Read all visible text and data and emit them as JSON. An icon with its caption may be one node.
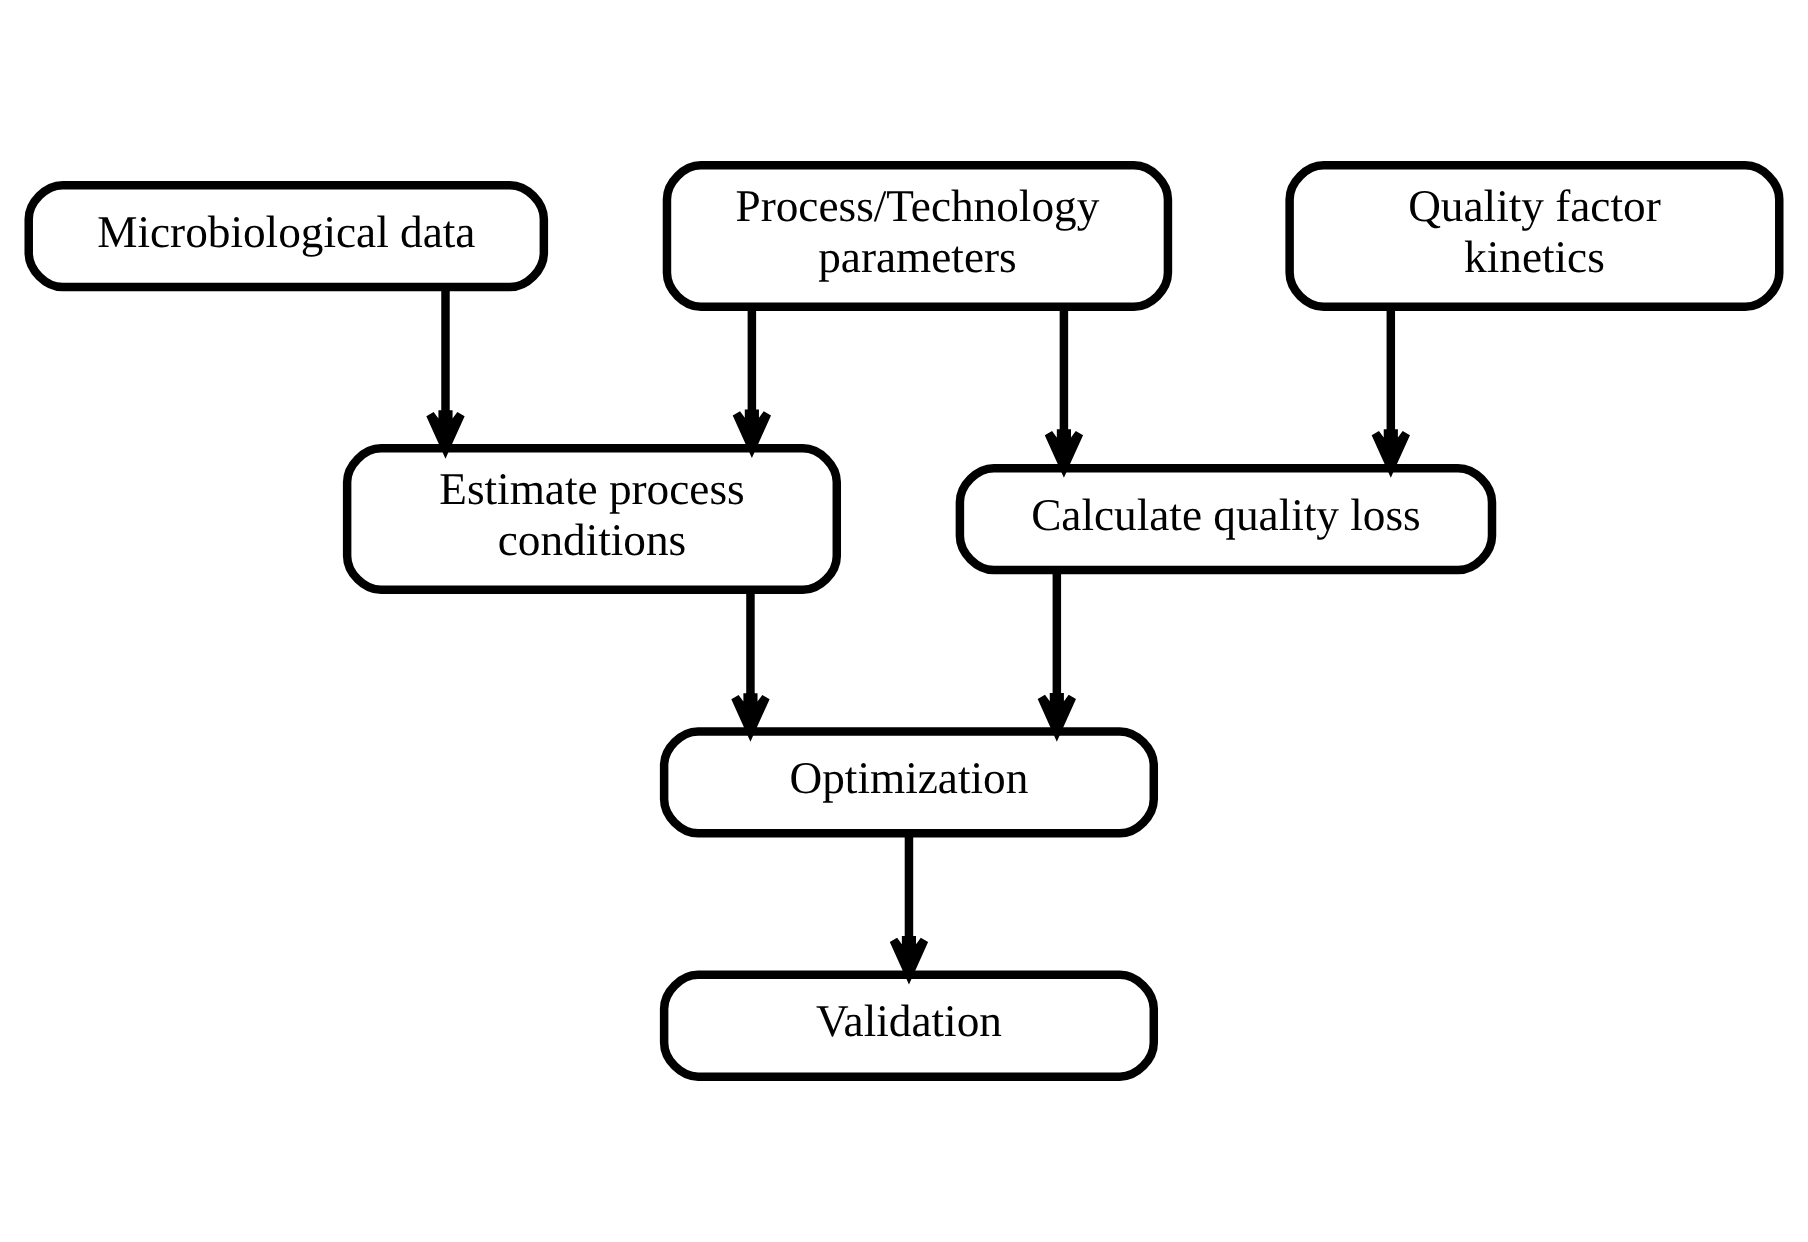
{
  "diagram": {
    "nodes": [
      {
        "text": [
          "Microbiological data"
        ]
      },
      {
        "text": [
          "Process/Technology parameters"
        ]
      },
      {
        "text": [
          "Quality factor kinetics"
        ]
      },
      {
        "text": [
          "Estimate process conditions"
        ]
      },
      {
        "text": [
          "Calculate quality loss"
        ]
      },
      {
        "text": [
          "Optimization"
        ]
      },
      {
        "text": [
          "Validation"
        ]
      }
    ],
    "edges": [
      {
        "from": 0,
        "to": 3,
        "arrow": "to"
      },
      {
        "from": 1,
        "to": 3,
        "arrow": "to"
      },
      {
        "from": 1,
        "to": 4,
        "arrow": "to"
      },
      {
        "from": 2,
        "to": 4,
        "arrow": "to"
      },
      {
        "from": 3,
        "to": 5,
        "arrow": "to"
      },
      {
        "from": 4,
        "to": 5,
        "arrow": "to"
      },
      {
        "from": 5,
        "to": 6,
        "arrow": "to"
      }
    ]
  }
}
